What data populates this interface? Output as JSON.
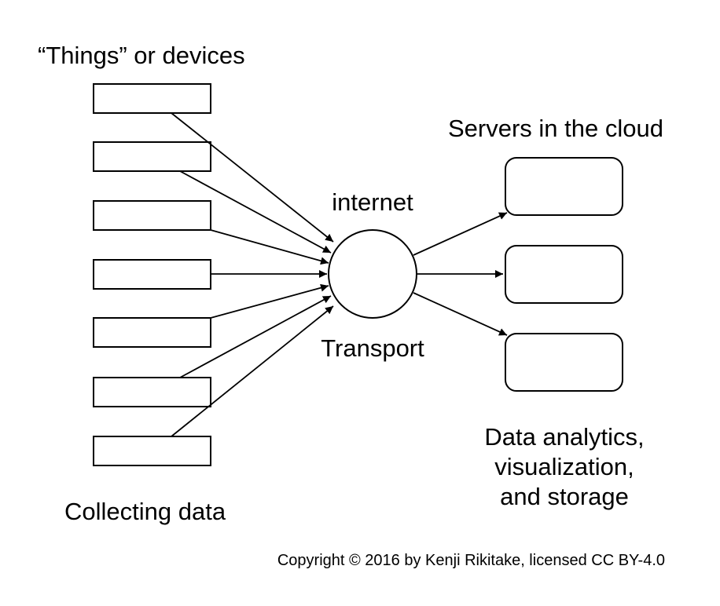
{
  "diagram": {
    "devices_label": "“Things” or devices",
    "servers_label": "Servers in the cloud",
    "hub_label_top": "internet",
    "hub_label_bottom": "Transport",
    "collecting_label": "Collecting data",
    "analytics_label": {
      "line1": "Data analytics,",
      "line2": "visualization,",
      "line3": "and storage"
    },
    "copyright": "Copyright © 2016 by Kenji Rikitake, licensed CC BY-4.0"
  }
}
